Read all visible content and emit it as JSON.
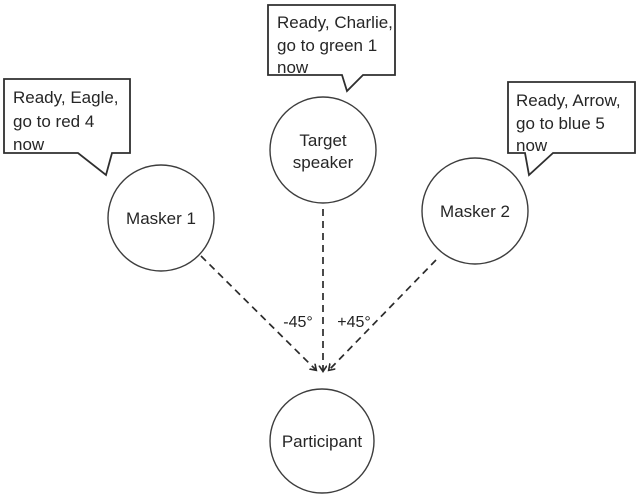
{
  "diagram": {
    "title": "speech-localization-experiment-setup",
    "bubbles": {
      "masker1": {
        "line1": "Ready, Eagle,",
        "line2": "go to red 4",
        "line3": "now"
      },
      "target": {
        "line1": "Ready, Charlie,",
        "line2": "go to green 1",
        "line3": "now"
      },
      "masker2": {
        "line1": "Ready, Arrow,",
        "line2": "go to blue 5",
        "line3": "now"
      }
    },
    "nodes": {
      "masker1": "Masker 1",
      "target_line1": "Target",
      "target_line2": "speaker",
      "masker2": "Masker 2",
      "participant": "Participant"
    },
    "angles": {
      "left": "-45°",
      "right": "+45°"
    },
    "colors": {
      "background": "#ffffff",
      "stroke": "#2f2f2f",
      "text": "#262626"
    }
  }
}
